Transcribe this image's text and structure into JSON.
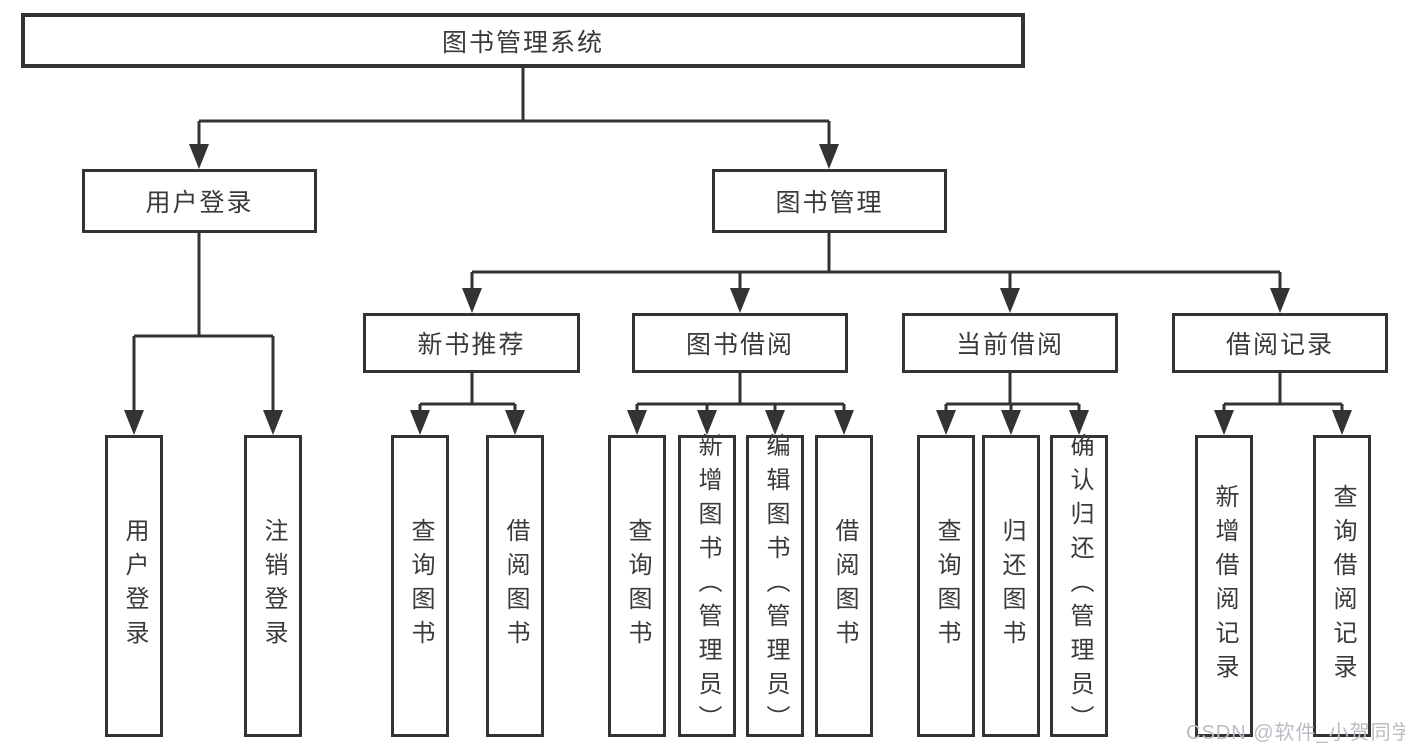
{
  "tree": {
    "root": {
      "label": "图书管理系统",
      "children": [
        {
          "label": "用户登录",
          "children": [
            {
              "label": "用户登录"
            },
            {
              "label": "注销登录"
            }
          ]
        },
        {
          "label": "图书管理",
          "children": [
            {
              "label": "新书推荐",
              "children": [
                {
                  "label": "查询图书"
                },
                {
                  "label": "借阅图书"
                }
              ]
            },
            {
              "label": "图书借阅",
              "children": [
                {
                  "label": "查询图书"
                },
                {
                  "label": "新增图书（管理员）"
                },
                {
                  "label": "编辑图书（管理员）"
                },
                {
                  "label": "借阅图书"
                }
              ]
            },
            {
              "label": "当前借阅",
              "children": [
                {
                  "label": "查询图书"
                },
                {
                  "label": "归还图书"
                },
                {
                  "label": "确认归还（管理员）"
                }
              ]
            },
            {
              "label": "借阅记录",
              "children": [
                {
                  "label": "新增借阅记录"
                },
                {
                  "label": "查询借阅记录"
                }
              ]
            }
          ]
        }
      ]
    }
  },
  "watermark": {
    "text": "CSDN @软件_小贺同学"
  },
  "colors": {
    "line": "#333333",
    "text": "#3a3a3a",
    "watermark": "#b9bdc3",
    "background": "#ffffff"
  }
}
